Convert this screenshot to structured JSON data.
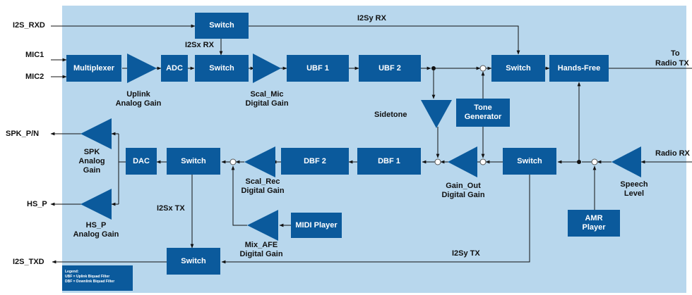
{
  "colors": {
    "background": "#b8d7ed",
    "block": "#0b5a9c",
    "line": "#111111"
  },
  "signals": {
    "i2s_rxd": "I2S_RXD",
    "mic1": "MIC1",
    "mic2": "MIC2",
    "spk_pn": "SPK_P/N",
    "hs_p": "HS_P",
    "i2s_txd": "I2S_TXD",
    "radio_tx_line1": "To",
    "radio_tx_line2": "Radio TX",
    "radio_rx": "Radio RX"
  },
  "blocks": {
    "switch_top": "Switch",
    "multiplexer": "Multiplexer",
    "adc": "ADC",
    "switch_uplink": "Switch",
    "ubf1": "UBF 1",
    "ubf2": "UBF 2",
    "switch_hf": "Switch",
    "hands_free": "Hands-Free",
    "tone_generator_line1": "Tone",
    "tone_generator_line2": "Generator",
    "dac": "DAC",
    "switch_downlink": "Switch",
    "dbf2": "DBF 2",
    "dbf1": "DBF 1",
    "switch_radio_rx": "Switch",
    "midi_player": "MIDI Player",
    "amr_player_line1": "AMR",
    "amr_player_line2": "Player",
    "switch_bottom": "Switch"
  },
  "labels": {
    "i2sy_rx": "I2Sy RX",
    "i2sx_rx": "I2Sx RX",
    "uplink_gain_line1": "Uplink",
    "uplink_gain_line2": "Analog Gain",
    "scal_mic_line1": "Scal_Mic",
    "scal_mic_line2": "Digital Gain",
    "sidetone": "Sidetone",
    "spk_gain_line1": "SPK",
    "spk_gain_line2": "Analog",
    "spk_gain_line3": "Gain",
    "hs_gain_line1": "HS_P",
    "hs_gain_line2": "Analog Gain",
    "scal_rec_line1": "Scal_Rec",
    "scal_rec_line2": "Digital Gain",
    "gain_out_line1": "Gain_Out",
    "gain_out_line2": "Digital Gain",
    "speech_level_line1": "Speech",
    "speech_level_line2": "Level",
    "i2sx_tx": "I2Sx TX",
    "mix_afe_line1": "Mix_AFE",
    "mix_afe_line2": "Digital Gain",
    "i2sy_tx": "I2Sy TX"
  },
  "legend": {
    "title": "Legend:",
    "ubf": "UBF  = Uplink Biquad Filter",
    "dbf": "DBF  = Downlink Biquad Filter"
  }
}
